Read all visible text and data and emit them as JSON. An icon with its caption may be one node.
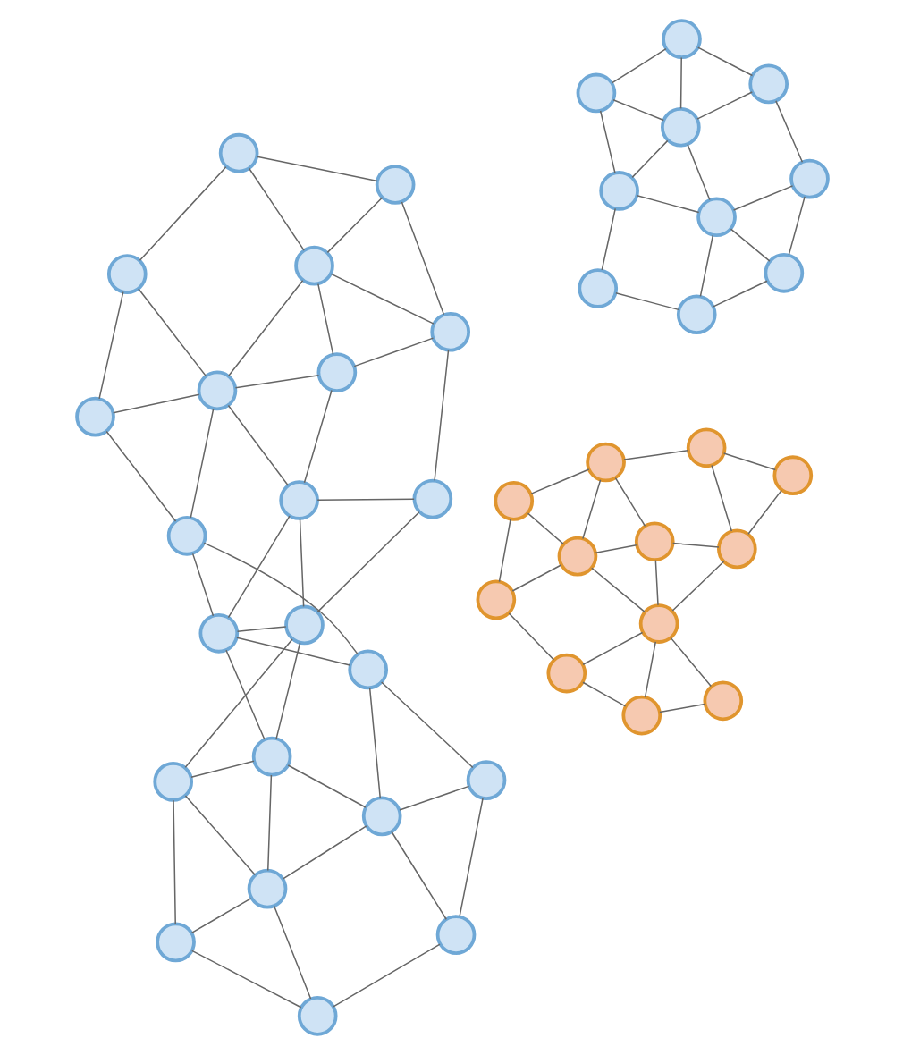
{
  "diagram": {
    "nodes": [
      {
        "text": [],
        "shape": "circle"
      },
      {
        "text": [],
        "shape": "circle"
      },
      {
        "text": [],
        "shape": "circle"
      },
      {
        "text": [],
        "shape": "circle"
      },
      {
        "text": [],
        "shape": "circle"
      },
      {
        "text": [],
        "shape": "circle"
      },
      {
        "text": [],
        "shape": "circle"
      },
      {
        "text": [],
        "shape": "circle"
      },
      {
        "text": [],
        "shape": "circle"
      },
      {
        "text": [],
        "shape": "circle"
      },
      {
        "text": [],
        "shape": "circle"
      },
      {
        "text": [],
        "shape": "circle"
      },
      {
        "text": [],
        "shape": "circle"
      },
      {
        "text": [],
        "shape": "circle"
      },
      {
        "text": [],
        "shape": "circle"
      },
      {
        "text": [],
        "shape": "circle"
      },
      {
        "text": [],
        "shape": "circle"
      },
      {
        "text": [],
        "shape": "circle"
      },
      {
        "text": [],
        "shape": "circle"
      },
      {
        "text": [],
        "shape": "circle"
      },
      {
        "text": [],
        "shape": "circle"
      },
      {
        "text": [],
        "shape": "circle"
      },
      {
        "text": [],
        "shape": "circle"
      },
      {
        "text": [],
        "shape": "circle"
      },
      {
        "text": [],
        "shape": "circle"
      },
      {
        "text": [],
        "shape": "circle"
      },
      {
        "text": [],
        "shape": "circle"
      },
      {
        "text": [],
        "shape": "circle"
      },
      {
        "text": [],
        "shape": "circle"
      },
      {
        "text": [],
        "shape": "circle"
      },
      {
        "text": [],
        "shape": "circle"
      },
      {
        "text": [],
        "shape": "circle"
      },
      {
        "text": [],
        "shape": "circle"
      },
      {
        "text": [],
        "shape": "circle"
      },
      {
        "text": [],
        "shape": "circle"
      },
      {
        "text": [],
        "shape": "circle"
      },
      {
        "text": [],
        "shape": "circle"
      },
      {
        "text": [],
        "shape": "circle"
      },
      {
        "text": [],
        "shape": "circle"
      },
      {
        "text": [],
        "shape": "circle"
      },
      {
        "text": [],
        "shape": "circle"
      },
      {
        "text": [],
        "shape": "circle"
      },
      {
        "text": [],
        "shape": "circle"
      },
      {
        "text": [],
        "shape": "circle"
      }
    ],
    "edges": [
      {
        "from": 0,
        "to": 1,
        "arrow": "none"
      },
      {
        "from": 0,
        "to": 2,
        "arrow": "none"
      },
      {
        "from": 0,
        "to": 4,
        "arrow": "none"
      },
      {
        "from": 1,
        "to": 2,
        "arrow": "none"
      },
      {
        "from": 1,
        "to": 3,
        "arrow": "none"
      },
      {
        "from": 1,
        "to": 10,
        "arrow": "none"
      },
      {
        "from": 2,
        "to": 3,
        "arrow": "none"
      },
      {
        "from": 2,
        "to": 4,
        "arrow": "none"
      },
      {
        "from": 2,
        "to": 5,
        "arrow": "none"
      },
      {
        "from": 3,
        "to": 10,
        "arrow": "none"
      },
      {
        "from": 3,
        "to": 6,
        "arrow": "none"
      },
      {
        "from": 3,
        "to": 5,
        "arrow": "none"
      },
      {
        "from": 5,
        "to": 7,
        "arrow": "none"
      },
      {
        "from": 5,
        "to": 8,
        "arrow": "none"
      },
      {
        "from": 5,
        "to": 9,
        "arrow": "none"
      },
      {
        "from": 4,
        "to": 7,
        "arrow": "none"
      },
      {
        "from": 7,
        "to": 8,
        "arrow": "none"
      },
      {
        "from": 8,
        "to": 9,
        "arrow": "none"
      },
      {
        "from": 9,
        "to": 6,
        "arrow": "none"
      },
      {
        "from": 9,
        "to": 19,
        "arrow": "none"
      },
      {
        "from": 6,
        "to": 10,
        "arrow": "none"
      },
      {
        "from": 6,
        "to": 19,
        "arrow": "none"
      },
      {
        "from": 6,
        "to": 14,
        "arrow": "none"
      },
      {
        "from": 10,
        "to": 11,
        "arrow": "none"
      },
      {
        "from": 10,
        "to": 14,
        "arrow": "none"
      },
      {
        "from": 11,
        "to": 14,
        "arrow": "none"
      },
      {
        "from": 11,
        "to": 12,
        "arrow": "none"
      },
      {
        "from": 12,
        "to": 13,
        "arrow": "none"
      },
      {
        "from": 12,
        "to": 15,
        "arrow": "none"
      },
      {
        "from": 12,
        "to": 16,
        "arrow": "none"
      },
      {
        "from": 13,
        "to": 16,
        "arrow": "none"
      },
      {
        "from": 13,
        "to": 18,
        "arrow": "none"
      },
      {
        "from": 15,
        "to": 14,
        "arrow": "none"
      },
      {
        "from": 15,
        "to": 16,
        "arrow": "none"
      },
      {
        "from": 15,
        "to": 17,
        "arrow": "none"
      },
      {
        "from": 16,
        "to": 17,
        "arrow": "none"
      },
      {
        "from": 16,
        "to": 18,
        "arrow": "none"
      },
      {
        "from": 14,
        "to": 17,
        "arrow": "none"
      },
      {
        "from": 17,
        "to": 19,
        "arrow": "none"
      },
      {
        "from": 17,
        "to": 20,
        "arrow": "none"
      },
      {
        "from": 17,
        "to": 21,
        "arrow": "none"
      },
      {
        "from": 19,
        "to": 20,
        "arrow": "none"
      },
      {
        "from": 20,
        "to": 21,
        "arrow": "none"
      },
      {
        "from": 18,
        "to": 21,
        "arrow": "none"
      },
      {
        "from": 22,
        "to": 23,
        "arrow": "none"
      },
      {
        "from": 22,
        "to": 24,
        "arrow": "none"
      },
      {
        "from": 22,
        "to": 26,
        "arrow": "none"
      },
      {
        "from": 23,
        "to": 24,
        "arrow": "none"
      },
      {
        "from": 23,
        "to": 25,
        "arrow": "none"
      },
      {
        "from": 24,
        "to": 25,
        "arrow": "none"
      },
      {
        "from": 24,
        "to": 26,
        "arrow": "none"
      },
      {
        "from": 24,
        "to": 27,
        "arrow": "none"
      },
      {
        "from": 25,
        "to": 27,
        "arrow": "none"
      },
      {
        "from": 25,
        "to": 28,
        "arrow": "none"
      },
      {
        "from": 26,
        "to": 29,
        "arrow": "none"
      },
      {
        "from": 27,
        "to": 29,
        "arrow": "none"
      },
      {
        "from": 27,
        "to": 30,
        "arrow": "none"
      },
      {
        "from": 27,
        "to": 31,
        "arrow": "none"
      },
      {
        "from": 29,
        "to": 30,
        "arrow": "none"
      },
      {
        "from": 30,
        "to": 31,
        "arrow": "none"
      },
      {
        "from": 31,
        "to": 28,
        "arrow": "none"
      },
      {
        "from": 32,
        "to": 33,
        "arrow": "none"
      },
      {
        "from": 32,
        "to": 36,
        "arrow": "none"
      },
      {
        "from": 33,
        "to": 36,
        "arrow": "none"
      },
      {
        "from": 33,
        "to": 34,
        "arrow": "none"
      },
      {
        "from": 34,
        "to": 35,
        "arrow": "none"
      },
      {
        "from": 34,
        "to": 37,
        "arrow": "none"
      },
      {
        "from": 34,
        "to": 38,
        "arrow": "none"
      },
      {
        "from": 35,
        "to": 38,
        "arrow": "none"
      },
      {
        "from": 35,
        "to": 40,
        "arrow": "none"
      },
      {
        "from": 37,
        "to": 36,
        "arrow": "none"
      },
      {
        "from": 37,
        "to": 38,
        "arrow": "none"
      },
      {
        "from": 37,
        "to": 39,
        "arrow": "none"
      },
      {
        "from": 38,
        "to": 39,
        "arrow": "none"
      },
      {
        "from": 38,
        "to": 40,
        "arrow": "none"
      },
      {
        "from": 36,
        "to": 39,
        "arrow": "none"
      },
      {
        "from": 39,
        "to": 41,
        "arrow": "none"
      },
      {
        "from": 39,
        "to": 42,
        "arrow": "none"
      },
      {
        "from": 39,
        "to": 43,
        "arrow": "none"
      },
      {
        "from": 41,
        "to": 42,
        "arrow": "none"
      },
      {
        "from": 42,
        "to": 43,
        "arrow": "none"
      },
      {
        "from": 40,
        "to": 43,
        "arrow": "none"
      }
    ]
  }
}
